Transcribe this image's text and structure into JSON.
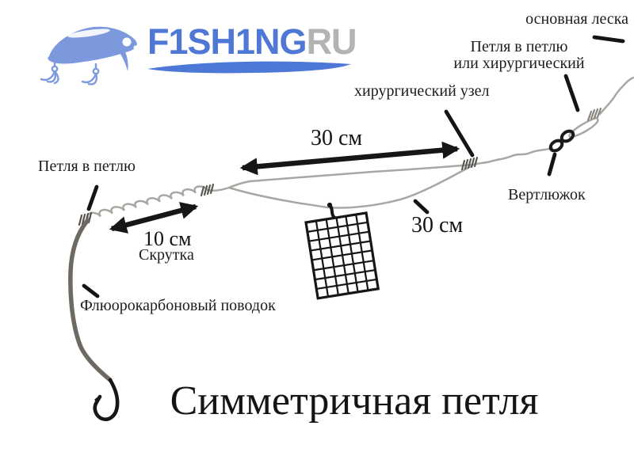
{
  "title": "Симметричная петля",
  "logo": {
    "wordmark_primary": "F1SH1NG",
    "wordmark_suffix": "RU",
    "brand_blue": "#4f77d6",
    "suffix_gray": "#b3b3b3",
    "lure_blue": "#7d99de"
  },
  "labels": {
    "main_line": "основная леска",
    "loop_or_surgical_line1": "Петля в петлю",
    "loop_or_surgical_line2": "или хирургический",
    "surgical_knot": "хирургический узел",
    "swivel": "Вертлюжок",
    "loop_to_loop": "Петля в петлю",
    "twist": "Скрутка",
    "fluorocarbon_leader": "Флюорокарбоновый поводок"
  },
  "dimensions": {
    "loop_top": "30 см",
    "loop_bottom": "30 см",
    "twist": "10 см"
  },
  "diagram_colors": {
    "line_gray": "#a8a7a2",
    "leader_gray": "#6e6962",
    "ink_black": "#161616",
    "knot_gray": "#5a5850"
  }
}
